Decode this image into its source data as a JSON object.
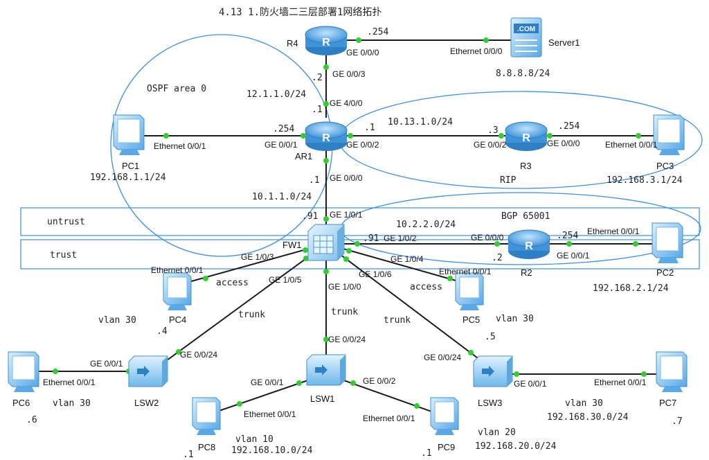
{
  "title": "4.13 1.防火墙二三层部署1网络拓扑",
  "areas": {
    "ospf": "OSPF area 0",
    "rip": "RIP",
    "bgp": "BGP 65001",
    "untrust": "untrust",
    "trust": "trust"
  },
  "devices": {
    "r4": "R4",
    "server1": "Server1",
    "server_badge": ".COM",
    "ar1": "AR1",
    "r3": "R3",
    "r2": "R2",
    "fw1": "FW1",
    "pc1": "PC1",
    "pc2": "PC2",
    "pc3": "PC3",
    "pc4": "PC4",
    "pc5": "PC5",
    "pc6": "PC6",
    "pc7": "PC7",
    "pc8": "PC8",
    "pc9": "PC9",
    "lsw1": "LSW1",
    "lsw2": "LSW2",
    "lsw3": "LSW3"
  },
  "interfaces": {
    "r4_ge000": "GE 0/0/0",
    "r4_ge003": "GE 0/0/3",
    "srv_eth": "Ethernet 0/0/0",
    "ar1_ge400": "GE 4/0/0",
    "ar1_ge001": "GE 0/0/1",
    "ar1_ge002": "GE 0/0/2",
    "ar1_ge000": "GE 0/0/0",
    "pc1_eth": "Ethernet 0/0/1",
    "r3_ge002": "GE 0/0/2",
    "r3_ge000": "GE 0/0/0",
    "pc3_eth": "Ethernet 0/0/1",
    "fw_ge101": "GE 1/0/1",
    "fw_ge102": "GE 1/0/2",
    "fw_ge103": "GE 1/0/3",
    "fw_ge104": "GE 1/0/4",
    "fw_ge105": "GE 1/0/5",
    "fw_ge106": "GE 1/0/6",
    "fw_ge100": "GE 1/0/0",
    "r2_ge000": "GE 0/0/0",
    "r2_ge001": "GE 0/0/1",
    "pc2_eth": "Ethernet 0/0/1",
    "pc4_eth": "Ethernet 0/0/1",
    "pc5_eth": "Ethernet 0/0/1",
    "lsw1_ge0024": "GE 0/0/24",
    "lsw1_ge001": "GE 0/0/1",
    "lsw1_ge002": "GE 0/0/2",
    "lsw2_ge0024": "GE 0/0/24",
    "lsw2_ge001": "GE 0/0/1",
    "pc6_eth": "Ethernet 0/0/1",
    "lsw3_ge0024": "GE 0/0/24",
    "lsw3_ge001": "GE 0/0/1",
    "pc7_eth": "Ethernet 0/0/1",
    "pc8_eth": "Ethernet 0/0/1",
    "pc9_eth": "Ethernet 0/0/1"
  },
  "addresses": {
    "r4_srv_254": ".254",
    "srv_ip": "8.8.8.8/24",
    "r4_dot2": ".2",
    "net_12": "12.1.1.0/24",
    "ar1_dot1_top": ".1",
    "ar1_254": ".254",
    "ar1_dot1_right": ".1",
    "net_1013": "10.13.1.0/24",
    "r3_dot3": ".3",
    "r3_254": ".254",
    "pc1_ip": "192.168.1.1/24",
    "pc3_ip": "192.168.3.1/24",
    "ar1_dot1_bottom": ".1",
    "net_101": "10.1.1.0/24",
    "fw_91_top": ".91",
    "net_102": "10.2.2.0/24",
    "fw_91_right": ".91",
    "r2_dot2": ".2",
    "r2_254": ".254",
    "pc2_ip": "192.168.2.1/24",
    "pc4_dot": ".4",
    "pc5_dot": ".5",
    "pc6_dot": ".6",
    "pc7_dot": ".7",
    "pc8_dot": ".1",
    "pc9_dot": ".1",
    "net_30": "192.168.30.0/24",
    "net_10": "192.168.10.0/24",
    "net_20": "192.168.20.0/24"
  },
  "ports": {
    "access_pc4": "access",
    "access_pc5": "access",
    "trunk_lsw2": "trunk",
    "trunk_lsw1": "trunk",
    "trunk_lsw3": "trunk"
  },
  "vlans": {
    "pc4": "vlan 30",
    "pc5": "vlan 30",
    "pc6": "vlan 30",
    "pc7": "vlan 30",
    "pc8": "vlan 10",
    "pc9": "vlan 20"
  },
  "colors": {
    "link": "#1a1a1a",
    "dot": "#33cc33",
    "area_outline": "#3a8ee6",
    "device_blue": "#5aa9e6"
  }
}
